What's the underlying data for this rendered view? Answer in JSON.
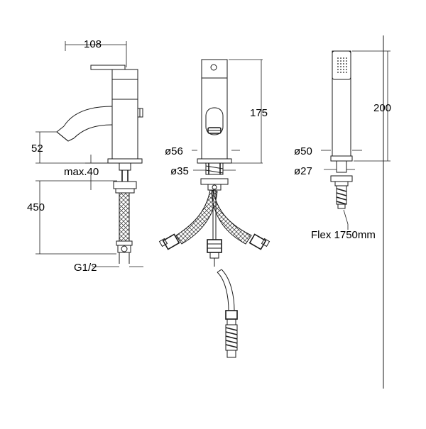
{
  "labels": {
    "width_top": "108",
    "spout_height": "52",
    "deck_max": "max.40",
    "hose_len": "450",
    "thread": "G1/2",
    "height_mid": "175",
    "dia_56": "ø56",
    "dia_35": "ø35",
    "height_right": "200",
    "dia_50": "ø50",
    "dia_27": "ø27",
    "flex": "Flex 1750mm"
  }
}
